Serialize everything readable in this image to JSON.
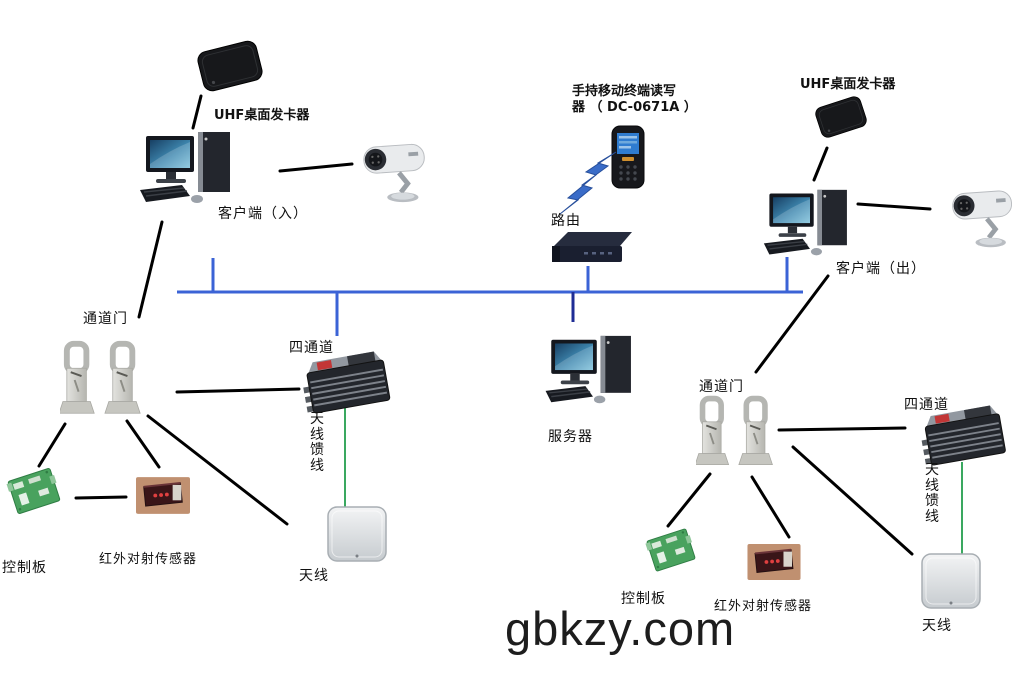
{
  "diagram": {
    "title_watermark": "gbkzy.com",
    "colors": {
      "bus_line": "#3b63d6",
      "bus_stub_dark": "#1f2d96",
      "feeder_line": "#3aa860",
      "connection_line": "#000000"
    },
    "top": {
      "card_issuer_left_label": "UHF桌面发卡器",
      "client_in_label": "客户端（入）",
      "handheld_label_line1": "手持移动终端读写",
      "handheld_label_line2": "器 （ DC-0671A ）",
      "router_label": "路由",
      "card_issuer_right_label": "UHF桌面发卡器",
      "client_out_label": "客户端（出）",
      "server_label": "服务器"
    },
    "left_lane": {
      "gate_label": "通道门",
      "reader_label": "四通道",
      "feeder_label": "天线馈线",
      "antenna_label": "天线",
      "control_board_label": "控制板",
      "ir_sensor_label": "红外对射传感器"
    },
    "right_lane": {
      "gate_label": "通道门",
      "reader_label": "四通道",
      "feeder_label": "天线馈线",
      "antenna_label": "天线",
      "control_board_label": "控制板",
      "ir_sensor_label": "红外对射传感器"
    }
  }
}
